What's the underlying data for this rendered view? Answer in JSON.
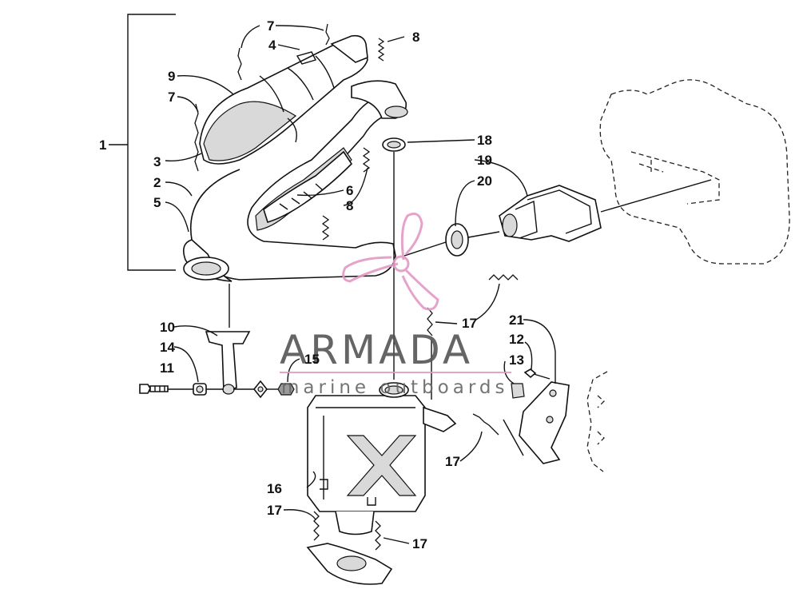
{
  "callouts": {
    "c1": "1",
    "c2": "2",
    "c3": "3",
    "c4": "4",
    "c5": "5",
    "c6": "6",
    "c7a": "7",
    "c7b": "7",
    "c8a": "8",
    "c8b": "8",
    "c9": "9",
    "c10": "10",
    "c11": "11",
    "c12": "12",
    "c13": "13",
    "c14": "14",
    "c15": "15",
    "c16": "16",
    "c17a": "17",
    "c17b": "17",
    "c17c": "17",
    "c17d": "17",
    "c18": "18",
    "c19": "19",
    "c20": "20",
    "c21": "21"
  },
  "watermark": {
    "brand": "ARMADA",
    "tagline": "marine outboards",
    "logo_color": "#e39ac4"
  },
  "colors": {
    "line": "#111111",
    "background": "#ffffff"
  }
}
